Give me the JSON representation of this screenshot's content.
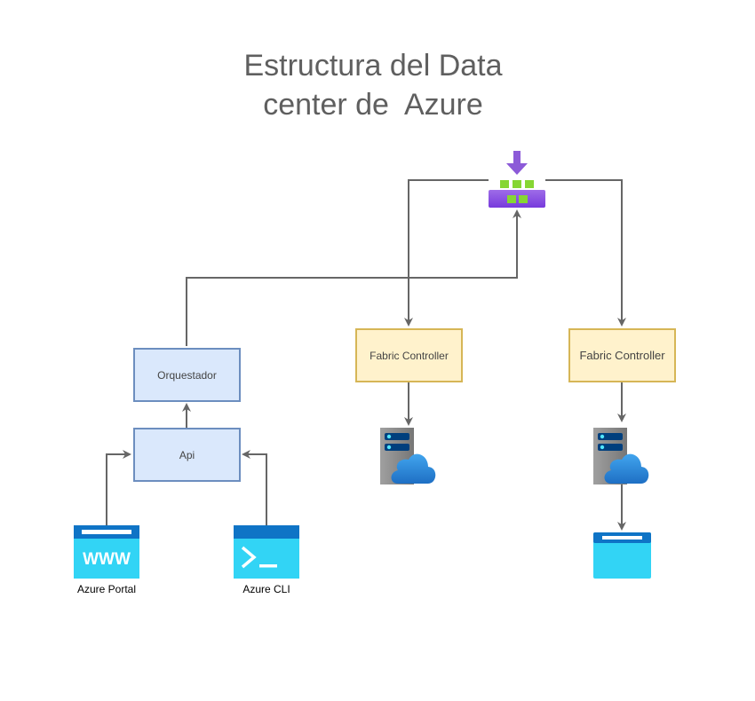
{
  "diagram": {
    "title_line1": "Estructura del Data",
    "title_line2": "center de  Azure",
    "nodes": {
      "load_balancer": {
        "icon": "load-balancer-icon"
      },
      "orquestador": {
        "label": "Orquestador"
      },
      "api": {
        "label": "Api"
      },
      "fabric_controller_1": {
        "label": "Fabric Controller"
      },
      "fabric_controller_2": {
        "label": "Fabric Controller"
      },
      "cloud_server_1": {
        "icon": "cloud-server-icon"
      },
      "cloud_server_2": {
        "icon": "cloud-server-icon"
      },
      "app_window": {
        "icon": "browser-window-icon"
      },
      "azure_portal": {
        "label": "Azure Portal",
        "icon": "www-browser-icon"
      },
      "azure_cli": {
        "label": "Azure CLI",
        "icon": "terminal-icon"
      }
    },
    "edges": [
      {
        "from": "load_balancer",
        "to": "fabric_controller_1"
      },
      {
        "from": "load_balancer",
        "to": "fabric_controller_2"
      },
      {
        "from": "orquestador",
        "to": "load_balancer"
      },
      {
        "from": "api",
        "to": "orquestador"
      },
      {
        "from": "azure_portal",
        "to": "api"
      },
      {
        "from": "azure_cli",
        "to": "api"
      },
      {
        "from": "fabric_controller_1",
        "to": "cloud_server_1"
      },
      {
        "from": "fabric_controller_2",
        "to": "cloud_server_2"
      },
      {
        "from": "cloud_server_2",
        "to": "app_window"
      }
    ],
    "colors": {
      "connector": "#666666",
      "blue_fill": "#dae8fc",
      "blue_stroke": "#6c8ebf",
      "yellow_fill": "#fff2cc",
      "yellow_stroke": "#d6b656",
      "azure_blue": "#0f74c6",
      "azure_cyan": "#32d4f5",
      "lb_purple": "#8c5ad8",
      "lb_green": "#86d633"
    }
  }
}
